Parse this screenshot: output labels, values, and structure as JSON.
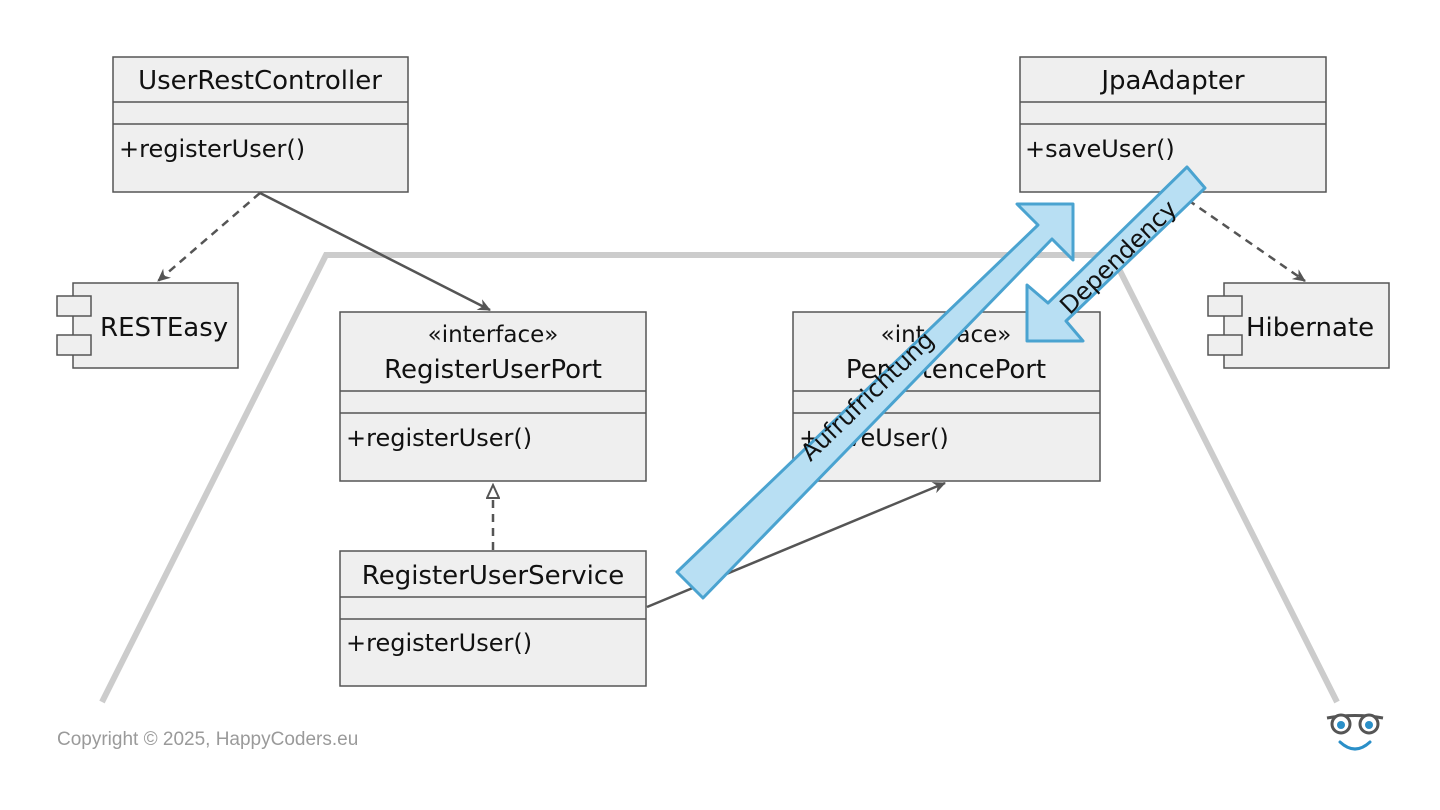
{
  "classes": {
    "user_rest_controller": {
      "title": "UserRestController",
      "method": "+registerUser()"
    },
    "jpa_adapter": {
      "title": "JpaAdapter",
      "method": "+saveUser()"
    },
    "register_user_port": {
      "stereotype": "«interface»",
      "title": "RegisterUserPort",
      "method": "+registerUser()"
    },
    "persistence_port": {
      "stereotype": "«interface»",
      "title": "PersistencePort",
      "method": "+saveUser()"
    },
    "register_user_service": {
      "title": "RegisterUserService",
      "method": "+registerUser()"
    }
  },
  "components": {
    "resteasy": "RESTEasy",
    "hibernate": "Hibernate"
  },
  "annotations": {
    "call_direction": "Aufrufrichtung",
    "dependency": "Dependency"
  },
  "footer": {
    "copyright": "Copyright © 2025, HappyCoders.eu"
  },
  "colors": {
    "hexagon": "#cccccc",
    "box_fill": "#efefef",
    "annotation_fill": "#b8dff3",
    "annotation_stroke": "#4aa3d0",
    "logo_accent": "#2a8fc8"
  }
}
